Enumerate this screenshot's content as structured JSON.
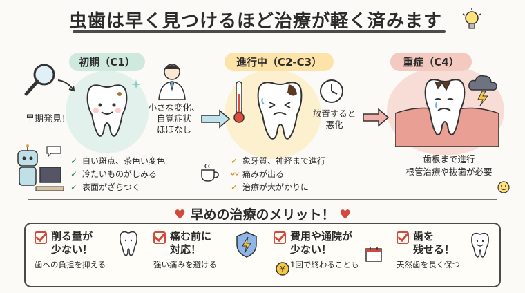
{
  "title": "虫歯は早く見つけるほど治療が軽く済みます",
  "stages": [
    {
      "label": "初期（C1）",
      "left_note": "早期発見！",
      "right_note": [
        "小さな変化、",
        "自覚症状",
        "ほぼなし"
      ],
      "items": [
        "白い斑点、茶色い変色",
        "冷たいものがしみる",
        "表面がざらつく"
      ]
    },
    {
      "label": "進行中（C2-C3）",
      "right_note": [
        "放置すると",
        "悪化"
      ],
      "items": [
        "象牙質、神経まで進行",
        "痛みが出る",
        "治療が大がかりに"
      ]
    },
    {
      "label": "重症（C4）",
      "desc": [
        "歯根まで進行",
        "根管治療や抜歯が必要"
      ]
    }
  ],
  "benefits_title": "早めの治療のメリット！",
  "benefits": [
    {
      "main": [
        "削る量が",
        "少ない！"
      ],
      "sub": "歯への負担を抑える"
    },
    {
      "main": [
        "痛む前に",
        "対応！"
      ],
      "sub": "強い痛みを避ける"
    },
    {
      "main": [
        "費用や通院が",
        "少ない！"
      ],
      "sub": "1回で終わることも"
    },
    {
      "main": [
        "歯を",
        "残せる！"
      ],
      "sub": "天然歯を長く保つ"
    }
  ],
  "colors": {
    "accent_red": "#d24a3c",
    "check_green": "#2e7d5b",
    "stage1": "#cfe9df",
    "stage2": "#fde3a8",
    "stage3": "#f3c9c0"
  },
  "icons": [
    "lightbulb-icon",
    "magnifier-icon",
    "doctor-icon",
    "robot-icon",
    "thermometer-icon",
    "clock-icon",
    "coffee-icon",
    "storm-cloud-icon",
    "shield-lightning-icon",
    "coin-icon",
    "calendar-icon",
    "heart-icon",
    "smiley-icon"
  ]
}
